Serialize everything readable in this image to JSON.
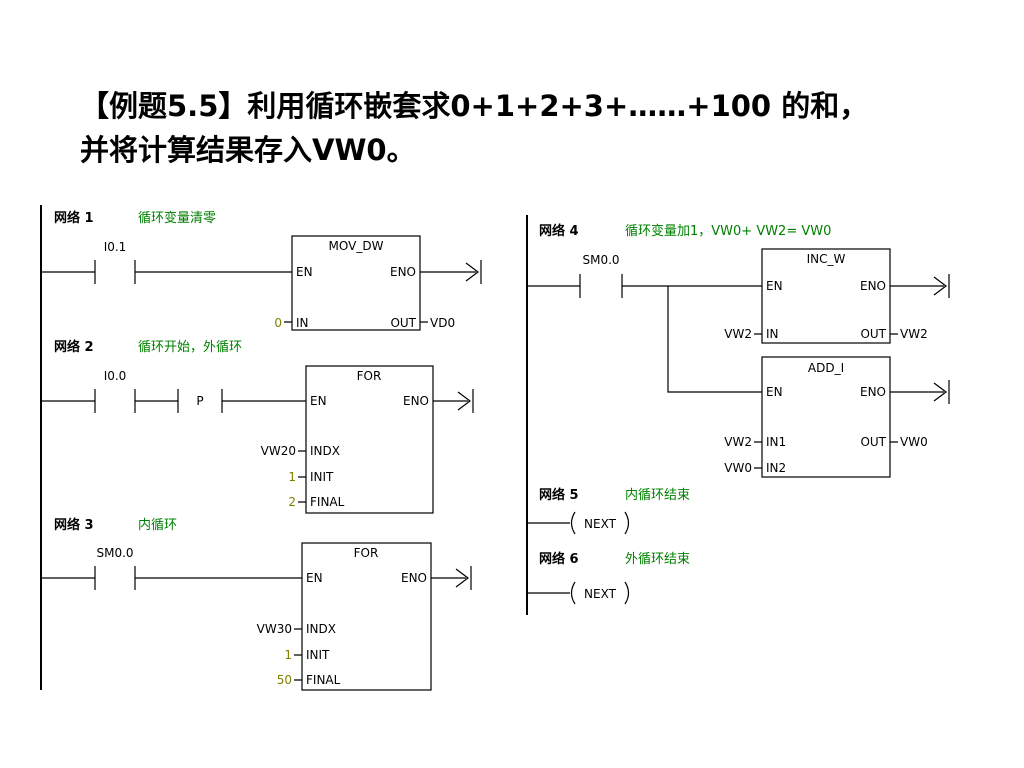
{
  "title": {
    "line1": "【例题5.5】利用循环嵌套求0+1+2+3+……+100 的和，",
    "line2": "并将计算结果存入VW0。"
  },
  "networks": [
    {
      "label": "网络 1",
      "comment": "循环变量清零"
    },
    {
      "label": "网络 2",
      "comment": "循环开始，外循环"
    },
    {
      "label": "网络 3",
      "comment": "内循环"
    },
    {
      "label": "网络 4",
      "comment": "循环变量加1，VW0+ VW2= VW0"
    },
    {
      "label": "网络 5",
      "comment": "内循环结束"
    },
    {
      "label": "网络 6",
      "comment": "外循环结束"
    }
  ],
  "contacts": {
    "n1": "I0.1",
    "n2": "I0.0",
    "n2_edge": "P",
    "n3": "SM0.0",
    "n4": "SM0.0"
  },
  "blocks": {
    "mov_dw": {
      "name": "MOV_DW",
      "en": "EN",
      "eno": "ENO",
      "in": "IN",
      "out": "OUT",
      "in_val": "0",
      "out_val": "VD0"
    },
    "for1": {
      "name": "FOR",
      "en": "EN",
      "eno": "ENO",
      "indx": "INDX",
      "init": "INIT",
      "final": "FINAL",
      "indx_val": "VW20",
      "init_val": "1",
      "final_val": "2"
    },
    "for2": {
      "name": "FOR",
      "en": "EN",
      "eno": "ENO",
      "indx": "INDX",
      "init": "INIT",
      "final": "FINAL",
      "indx_val": "VW30",
      "init_val": "1",
      "final_val": "50"
    },
    "inc_w": {
      "name": "INC_W",
      "en": "EN",
      "eno": "ENO",
      "in": "IN",
      "out": "OUT",
      "in_val": "VW2",
      "out_val": "VW2"
    },
    "add_i": {
      "name": "ADD_I",
      "en": "EN",
      "eno": "ENO",
      "in1": "IN1",
      "in2": "IN2",
      "out": "OUT",
      "in1_val": "VW2",
      "in2_val": "VW0",
      "out_val": "VW0"
    }
  },
  "coils": {
    "n5": "NEXT",
    "n6": "NEXT"
  },
  "colors": {
    "comment": "#008000",
    "constant": "#808000",
    "line": "#000000"
  }
}
